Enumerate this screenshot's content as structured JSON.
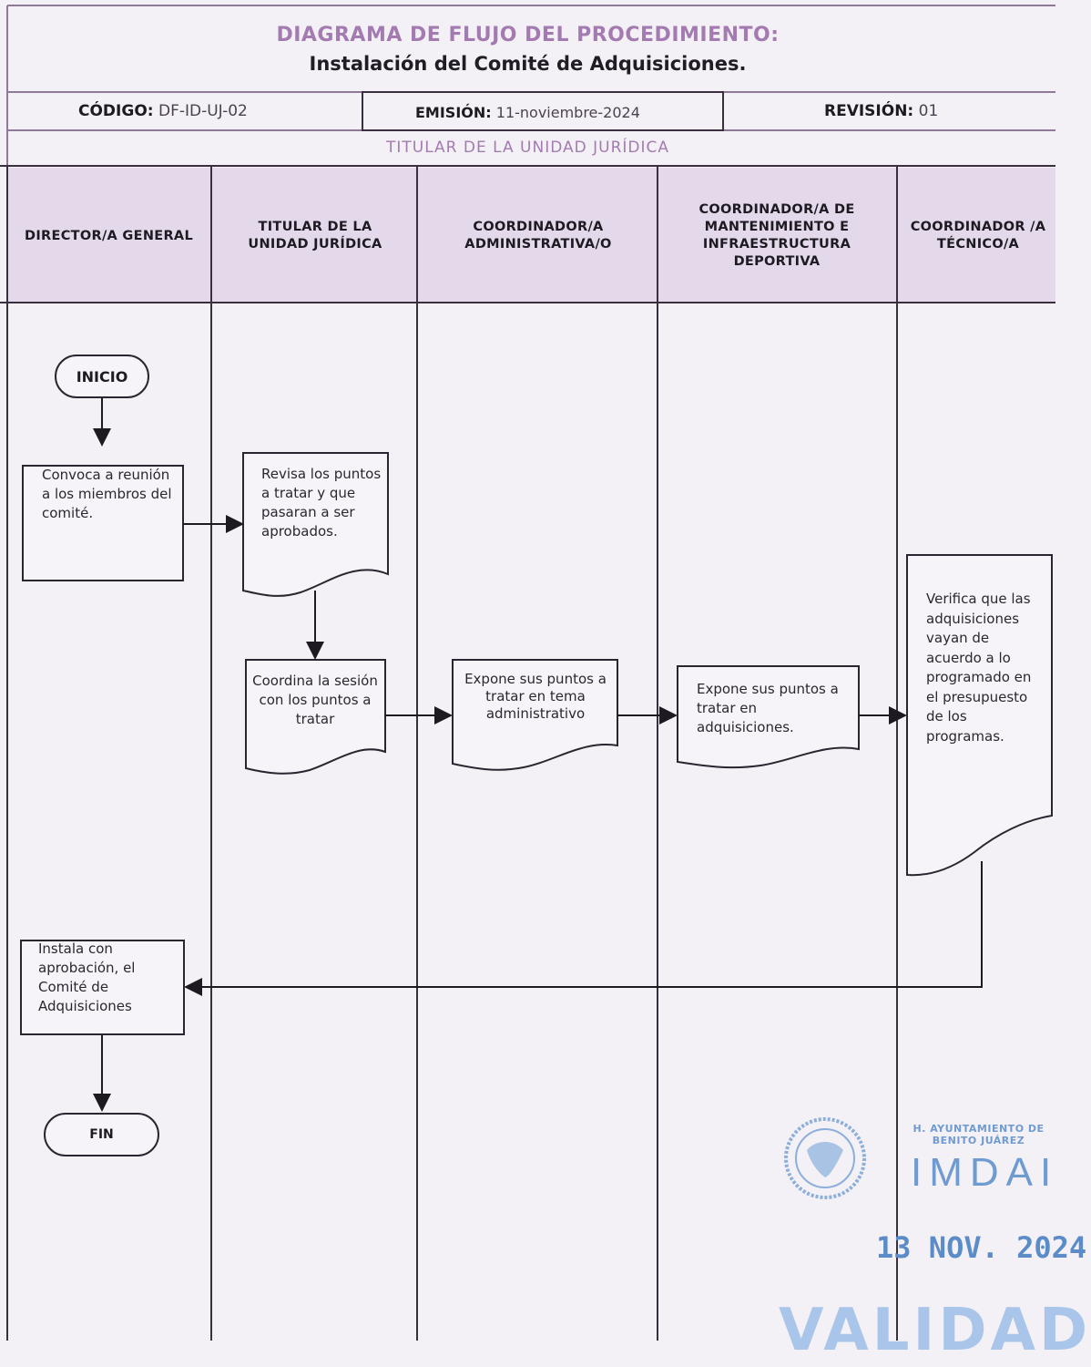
{
  "header": {
    "title": "DIAGRAMA DE FLUJO DEL PROCEDIMIENTO:",
    "subtitle": "Instalación del Comité de Adquisiciones."
  },
  "meta": {
    "codigo_label": "CÓDIGO:",
    "codigo_value": "DF-ID-UJ-02",
    "emision_label": "EMISIÓN:",
    "emision_value": "11-noviembre-2024",
    "revision_label": "REVISIÓN:",
    "revision_value": "01"
  },
  "owner": "TITULAR DE LA UNIDAD JURÍDICA",
  "lanes": [
    "DIRECTOR/A GENERAL",
    "TITULAR DE LA UNIDAD JURÍDICA",
    "COORDINADOR/A ADMINISTRATIVA/O",
    "COORDINADOR/A DE MANTENIMIENTO E INFRAESTRUCTURA DEPORTIVA",
    "COORDINADOR /A TÉCNICO/A"
  ],
  "nodes": {
    "inicio": "INICIO",
    "convoca": "Convoca a reunión a los miembros del comité.",
    "revisa": "Revisa los puntos a tratar y que pasaran a ser aprobados.",
    "coordina": "Coordina la sesión con los puntos a tratar",
    "expone_admin": "Expone sus puntos a tratar en tema administrativo",
    "expone_adq": "Expone sus puntos a tratar en adquisiciones.",
    "verifica": "Verifica que las adquisiciones vayan de acuerdo a lo programado en el presupuesto de los programas.",
    "instala": "Instala con aprobación, el Comité de Adquisiciones",
    "fin": "FIN"
  },
  "stamp": {
    "org_line1": "H. AYUNTAMIENTO DE",
    "org_line2": "BENITO JUÁREZ",
    "org_name": "IMDAI",
    "date": "13 NOV. 2024",
    "status": "VALIDAD"
  },
  "colors": {
    "accent": "#a37bb1",
    "header_band": "#e4d9ea",
    "line": "#3a2f3e",
    "stamp": "#6f9bd1"
  }
}
